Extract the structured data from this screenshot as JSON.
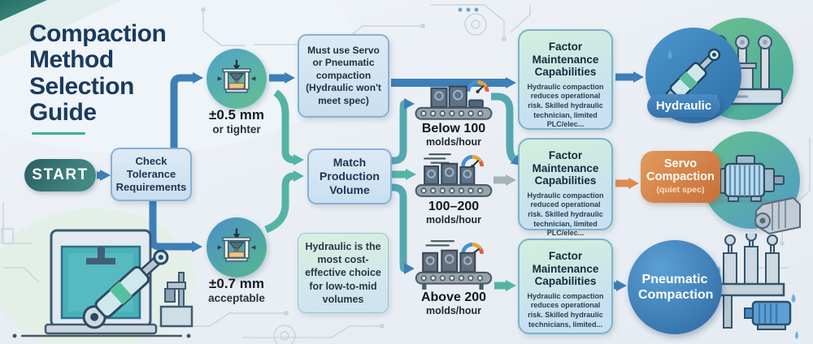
{
  "title": {
    "text": "Compaction Method Selection Guide"
  },
  "colors": {
    "accent_teal": "#3fae9e",
    "flow_blue": "#3d7fb8",
    "flow_teal": "#54b4a4",
    "flow_gray": "#a6b4b6",
    "flow_orange": "#dd8a50",
    "node_fill": "#cfe3f2",
    "factor_fill_top": "#d3efdc",
    "factor_fill_bottom": "#c7e0f2",
    "servo_orange": "#c86f3a",
    "outcome_blue": "#2d66a0"
  },
  "start": {
    "label": "START"
  },
  "decision": {
    "label": "Check Tolerance Requirements"
  },
  "tolerance": {
    "tight": {
      "value": "±0.5 mm",
      "caption": "or tighter"
    },
    "loose": {
      "value": "±0.7 mm",
      "caption": "acceptable"
    }
  },
  "notes": {
    "must_use": "Must use Servo or Pneumatic compaction (Hydraulic won't meet spec)",
    "hydraulic_value": "Hydraulic is the most cost-effective choice for low-to-mid volumes"
  },
  "volume": {
    "label": "Match Production Volume",
    "options": [
      {
        "value": "Below 100",
        "caption": "molds/hour"
      },
      {
        "value": "100–200",
        "caption": "molds/hour"
      },
      {
        "value": "Above 200",
        "caption": "molds/hour"
      }
    ]
  },
  "factors": [
    {
      "title": "Factor Maintenance Capabilities",
      "body": "Hydraulic compaction reduces operational risk. Skilled hydraulic technician, limited PLC/elec..."
    },
    {
      "title": "Factor Maintenance Capabilities",
      "body": "Hydraulic compaction reduced operational risk. Skilled hydraulic technician, limited PLC/elec..."
    },
    {
      "title": "Factor Maintenance Capabilities",
      "body": "Hydraulic compaction reduces operational risk. Skilled hydraulic technicians, limited..."
    }
  ],
  "outcomes": {
    "hydraulic": {
      "label": "Hydraulic"
    },
    "servo": {
      "label": "Servo Compaction",
      "sub": "(quiet spec)"
    },
    "pneumatic": {
      "label": "Pneumatic Compaction"
    }
  }
}
